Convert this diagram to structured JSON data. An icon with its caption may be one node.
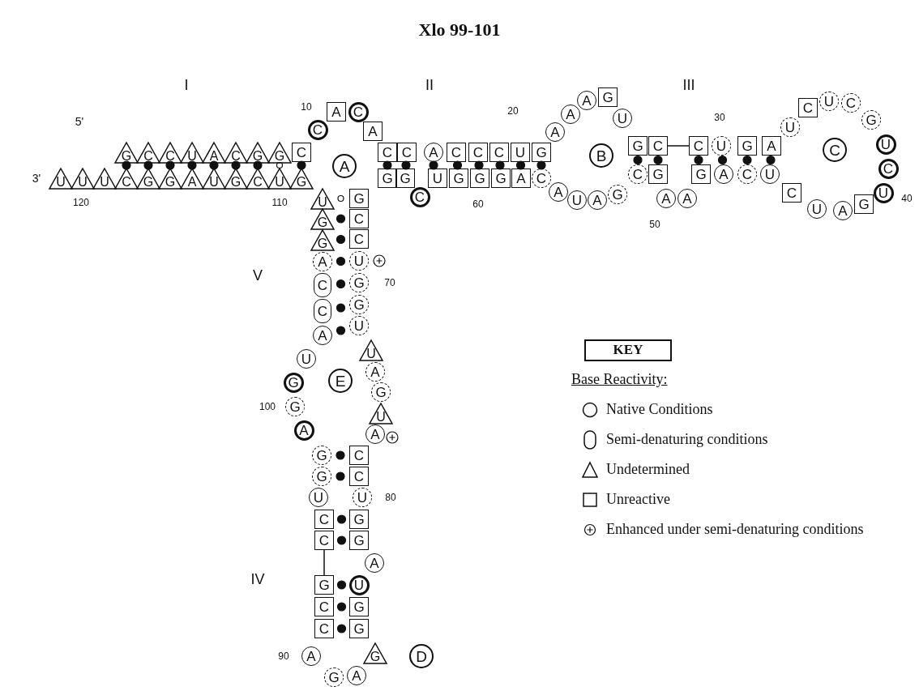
{
  "diagram": {
    "title": "Xlo 99-101",
    "nodes": [
      {
        "text": [
          "G"
        ]
      },
      {
        "text": [
          "C"
        ]
      },
      {
        "text": [
          "C"
        ]
      },
      {
        "text": [
          "U"
        ]
      },
      {
        "text": [
          "A"
        ]
      },
      {
        "text": [
          "C"
        ]
      },
      {
        "text": [
          "G"
        ]
      },
      {
        "text": [
          "G"
        ]
      },
      {
        "text": [
          "C"
        ]
      },
      {
        "text": [
          "C"
        ]
      },
      {
        "text": [
          "A"
        ]
      },
      {
        "text": [
          "C"
        ]
      },
      {
        "text": [
          "A"
        ]
      },
      {
        "text": [
          "C"
        ]
      },
      {
        "text": [
          "C"
        ]
      },
      {
        "text": [
          "A"
        ]
      },
      {
        "text": [
          "C"
        ]
      },
      {
        "text": [
          "C"
        ]
      },
      {
        "text": [
          "C"
        ]
      },
      {
        "text": [
          "U"
        ]
      },
      {
        "text": [
          "G"
        ]
      },
      {
        "text": [
          "A"
        ]
      },
      {
        "text": [
          "A"
        ]
      },
      {
        "text": [
          "A"
        ]
      },
      {
        "text": [
          "G"
        ]
      },
      {
        "text": [
          "U"
        ]
      },
      {
        "text": [
          "G"
        ]
      },
      {
        "text": [
          "C"
        ]
      },
      {
        "text": [
          "C"
        ]
      },
      {
        "text": [
          "U"
        ]
      },
      {
        "text": [
          "G"
        ]
      },
      {
        "text": [
          "A"
        ]
      },
      {
        "text": [
          "U"
        ]
      },
      {
        "text": [
          "C"
        ]
      },
      {
        "text": [
          "U"
        ]
      },
      {
        "text": [
          "C"
        ]
      },
      {
        "text": [
          "G"
        ]
      },
      {
        "text": [
          "U"
        ]
      },
      {
        "text": [
          "C"
        ]
      },
      {
        "text": [
          "U"
        ]
      },
      {
        "text": [
          "G"
        ]
      },
      {
        "text": [
          "A"
        ]
      },
      {
        "text": [
          "U"
        ]
      },
      {
        "text": [
          "C"
        ]
      },
      {
        "text": [
          "U"
        ]
      },
      {
        "text": [
          "C"
        ]
      },
      {
        "text": [
          "A"
        ]
      },
      {
        "text": [
          "G"
        ]
      },
      {
        "text": [
          "A"
        ]
      },
      {
        "text": [
          "A"
        ]
      },
      {
        "text": [
          "G"
        ]
      },
      {
        "text": [
          "C"
        ]
      },
      {
        "text": [
          "G"
        ]
      },
      {
        "text": [
          "A"
        ]
      },
      {
        "text": [
          "U"
        ]
      },
      {
        "text": [
          "A"
        ]
      },
      {
        "text": [
          "C"
        ]
      },
      {
        "text": [
          "A"
        ]
      },
      {
        "text": [
          "G"
        ]
      },
      {
        "text": [
          "G"
        ]
      },
      {
        "text": [
          "G"
        ]
      },
      {
        "text": [
          "U"
        ]
      },
      {
        "text": [
          "C"
        ]
      },
      {
        "text": [
          "G"
        ]
      },
      {
        "text": [
          "G"
        ]
      },
      {
        "text": [
          "G"
        ]
      },
      {
        "text": [
          "C"
        ]
      },
      {
        "text": [
          "C"
        ]
      },
      {
        "text": [
          "U"
        ]
      },
      {
        "text": [
          "G"
        ]
      },
      {
        "text": [
          "G"
        ]
      },
      {
        "text": [
          "U"
        ]
      },
      {
        "text": [
          "U"
        ]
      },
      {
        "text": [
          "A"
        ]
      },
      {
        "text": [
          "G"
        ]
      },
      {
        "text": [
          "U"
        ]
      },
      {
        "text": [
          "A"
        ]
      },
      {
        "text": [
          "C"
        ]
      },
      {
        "text": [
          "C"
        ]
      },
      {
        "text": [
          "U"
        ]
      },
      {
        "text": [
          "G"
        ]
      },
      {
        "text": [
          "G"
        ]
      },
      {
        "text": [
          "A"
        ]
      },
      {
        "text": [
          "U"
        ]
      },
      {
        "text": [
          "G"
        ]
      },
      {
        "text": [
          "G"
        ]
      },
      {
        "text": [
          "G"
        ]
      },
      {
        "text": [
          "A"
        ]
      },
      {
        "text": [
          "G"
        ]
      },
      {
        "text": [
          "A"
        ]
      },
      {
        "text": [
          "C"
        ]
      },
      {
        "text": [
          "C"
        ]
      },
      {
        "text": [
          "G"
        ]
      },
      {
        "text": [
          "C"
        ]
      },
      {
        "text": [
          "C"
        ]
      },
      {
        "text": [
          "U"
        ]
      },
      {
        "text": [
          "G"
        ]
      },
      {
        "text": [
          "G"
        ]
      },
      {
        "text": [
          "A"
        ]
      },
      {
        "text": [
          "G"
        ]
      },
      {
        "text": [
          "G"
        ]
      },
      {
        "text": [
          "U"
        ]
      },
      {
        "text": [
          "A"
        ]
      },
      {
        "text": [
          "C"
        ]
      },
      {
        "text": [
          "C"
        ]
      },
      {
        "text": [
          "A"
        ]
      },
      {
        "text": [
          "G"
        ]
      },
      {
        "text": [
          "G"
        ]
      },
      {
        "text": [
          "U"
        ]
      },
      {
        "text": [
          "G"
        ]
      },
      {
        "text": [
          "U"
        ]
      },
      {
        "text": [
          "C"
        ]
      },
      {
        "text": [
          "G"
        ]
      },
      {
        "text": [
          "U"
        ]
      },
      {
        "text": [
          "A"
        ]
      },
      {
        "text": [
          "G"
        ]
      },
      {
        "text": [
          "G"
        ]
      },
      {
        "text": [
          "C"
        ]
      },
      {
        "text": [
          "U"
        ]
      },
      {
        "text": [
          "U"
        ]
      },
      {
        "text": [
          "U"
        ]
      },
      {
        "text": [
          "A"
        ]
      },
      {
        "text": [
          "B"
        ]
      },
      {
        "text": [
          "C"
        ]
      },
      {
        "text": [
          "D"
        ]
      },
      {
        "text": [
          "E"
        ]
      },
      {
        "text": [
          "KEY"
        ]
      }
    ],
    "edges": [
      {
        "from": 27,
        "to": 28,
        "arrow": "none"
      },
      {
        "from": 92,
        "to": 93,
        "arrow": "none"
      }
    ],
    "labels": [
      "I",
      "II",
      "III",
      "5'",
      "10",
      "20",
      "30",
      "3'",
      "120",
      "110",
      "60",
      "50",
      "40",
      "V",
      "70",
      "100",
      "80",
      "IV",
      "90",
      "Base Reactivity:"
    ],
    "legend": [
      {
        "text": "Native Conditions"
      },
      {
        "text": "Semi-denaturing conditions"
      },
      {
        "text": "Undetermined"
      },
      {
        "text": "Unreactive"
      },
      {
        "text": "Enhanced under semi-denaturing conditions"
      }
    ]
  }
}
